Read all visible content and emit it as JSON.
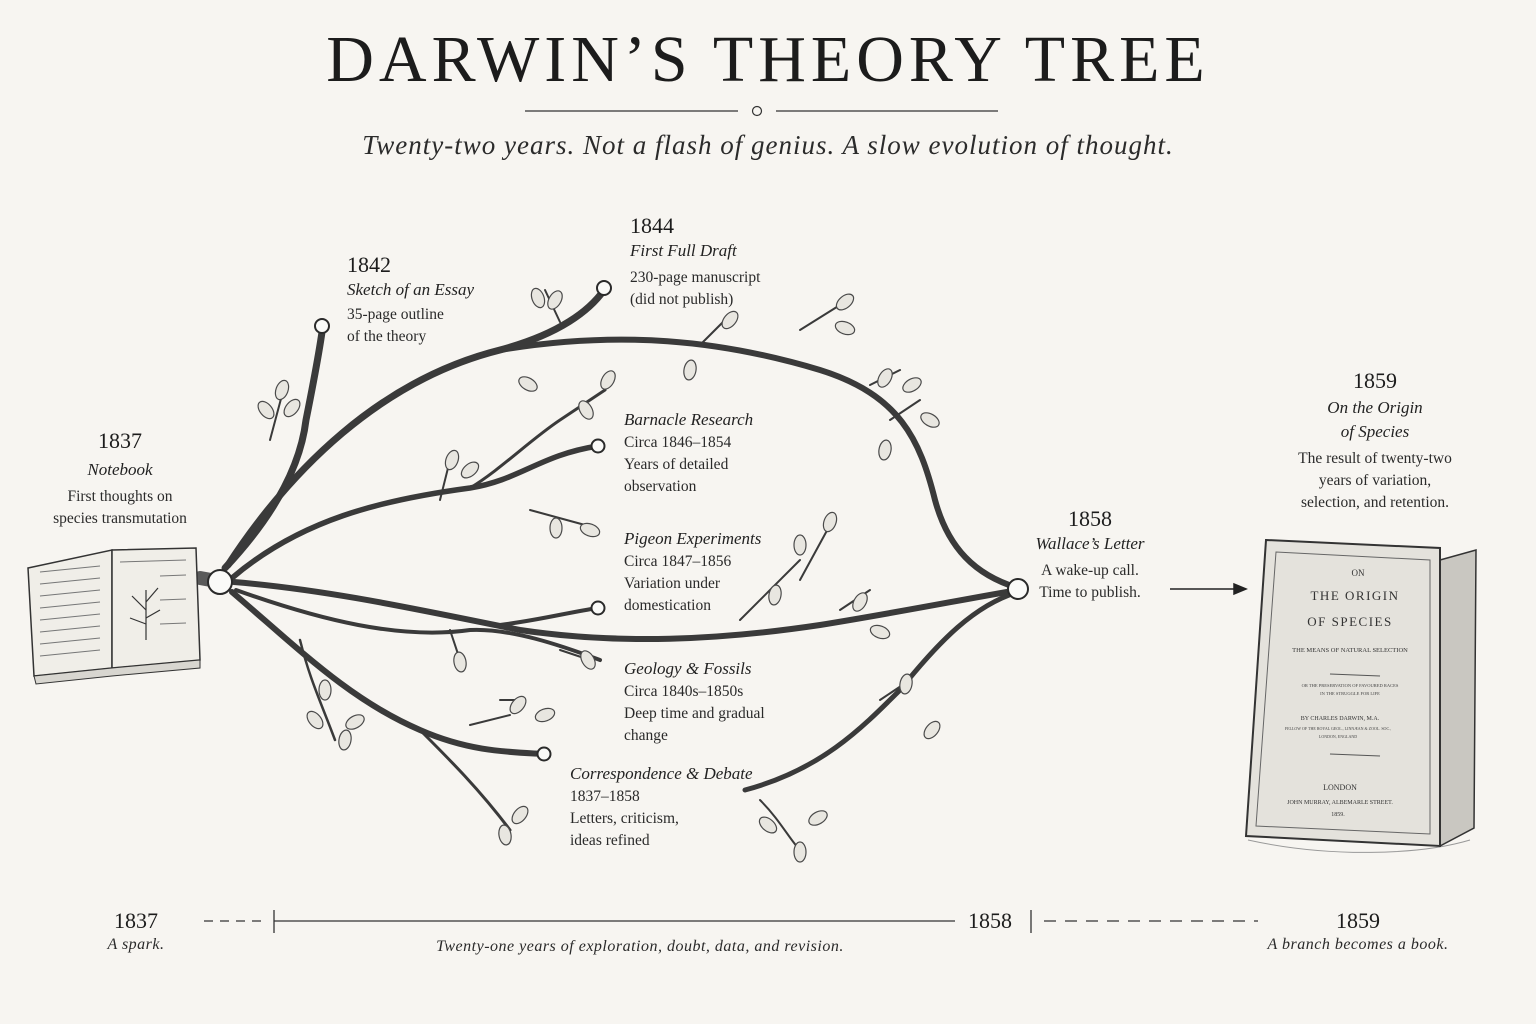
{
  "header": {
    "title": "DARWIN’S THEORY TREE",
    "subtitle": "Twenty-two years. Not a flash of genius. A slow evolution of thought."
  },
  "nodes": {
    "n1837": {
      "year": "1837",
      "title": "Notebook",
      "desc_1": "First thoughts on",
      "desc_2": "species transmutation"
    },
    "n1842": {
      "year": "1842",
      "title": "Sketch of an Essay",
      "desc_1": "35-page outline",
      "desc_2": "of the theory"
    },
    "n1844": {
      "year": "1844",
      "title": "First Full Draft",
      "desc_1": "230-page manuscript",
      "desc_2": "(did not publish)"
    },
    "barnacle": {
      "title": "Barnacle Research",
      "line_1": "Circa 1846–1854",
      "line_2": "Years of detailed",
      "line_3": "observation"
    },
    "pigeon": {
      "title": "Pigeon Experiments",
      "line_1": "Circa 1847–1856",
      "line_2": "Variation under",
      "line_3": "domestication"
    },
    "geology": {
      "title": "Geology & Fossils",
      "line_1": "Circa 1840s–1850s",
      "line_2": "Deep time and gradual",
      "line_3": "change"
    },
    "correspondence": {
      "title": "Correspondence & Debate",
      "line_1": "1837–1858",
      "line_2": "Letters, criticism,",
      "line_3": "ideas refined"
    },
    "n1858": {
      "year": "1858",
      "title": "Wallace’s Letter",
      "desc_1": "A wake-up call.",
      "desc_2": "Time to publish."
    },
    "n1859": {
      "year": "1859",
      "title_1": "On the Origin",
      "title_2": "of Species",
      "desc_1": "The result of twenty-two",
      "desc_2": "years of variation,",
      "desc_3": "selection, and retention."
    }
  },
  "book": {
    "on": "ON",
    "title_1": "THE ORIGIN",
    "title_2": "OF SPECIES",
    "sub": "THE MEANS OF NATURAL SELECTION",
    "sub2a": "OR THE PRESERVATION OF FAVOURED RACES",
    "sub2b": "IN THE STRUGGLE FOR LIFE",
    "author": "BY CHARLES DARWIN, M.A.",
    "fellow_a": "FELLOW OF THE ROYAL GEOL., LINNÆAN & ZOOL. SOC.,",
    "fellow_b": "LONDON, ENGLAND",
    "city": "LONDON",
    "publisher": "JOHN MURRAY, ALBEMARLE STREET.",
    "year": "1859."
  },
  "timeline": {
    "start_year": "1837",
    "start_caption": "A spark.",
    "middle_caption": "Twenty-one years of exploration, doubt, data, and revision.",
    "mid_year": "1858",
    "end_year": "1859",
    "end_caption": "A branch becomes a book."
  }
}
